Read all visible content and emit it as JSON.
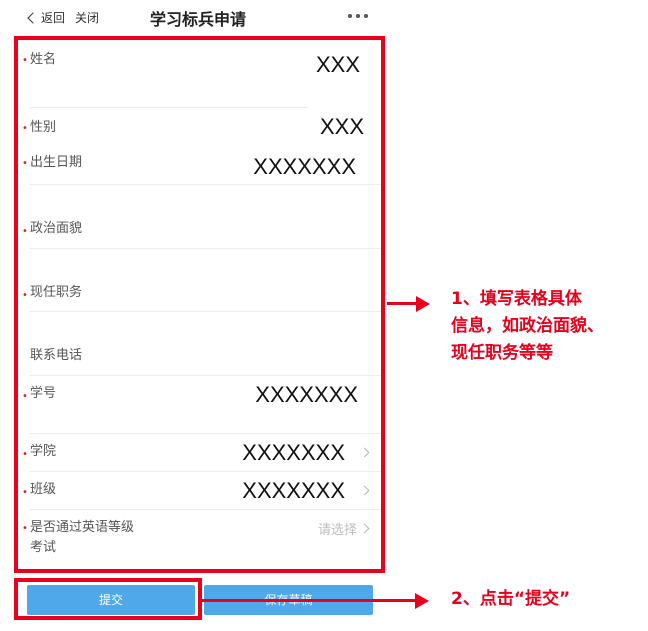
{
  "header": {
    "back_label": "返回",
    "close_label": "关闭",
    "title": "学习标兵申请"
  },
  "form": {
    "rows": [
      {
        "label": "姓名",
        "value": "XXX"
      },
      {
        "label": "性别",
        "value": "XXX"
      },
      {
        "label": "出生日期",
        "value": "XXXXXXX"
      },
      {
        "label": "政治面貌",
        "value": ""
      },
      {
        "label": "现任职务",
        "value": ""
      },
      {
        "label": "联系电话",
        "value": ""
      },
      {
        "label": "学号",
        "value": "XXXXXXX"
      },
      {
        "label": "学院",
        "value": "XXXXXXX"
      },
      {
        "label": "班级",
        "value": "XXXXXXX"
      },
      {
        "label_line1": "是否通过英语等级",
        "label_line2": "考试",
        "placeholder": "请选择"
      }
    ]
  },
  "buttons": {
    "submit": "提交",
    "save_draft": "保存草稿"
  },
  "annotations": {
    "note1_line1": "1、填写表格具体",
    "note1_line2": "信息，如政治面貌、",
    "note1_line3": "现任职务等等",
    "note2": "2、点击“提交”"
  },
  "colors": {
    "accent": "#e8001c",
    "button": "#4ea8ea"
  }
}
